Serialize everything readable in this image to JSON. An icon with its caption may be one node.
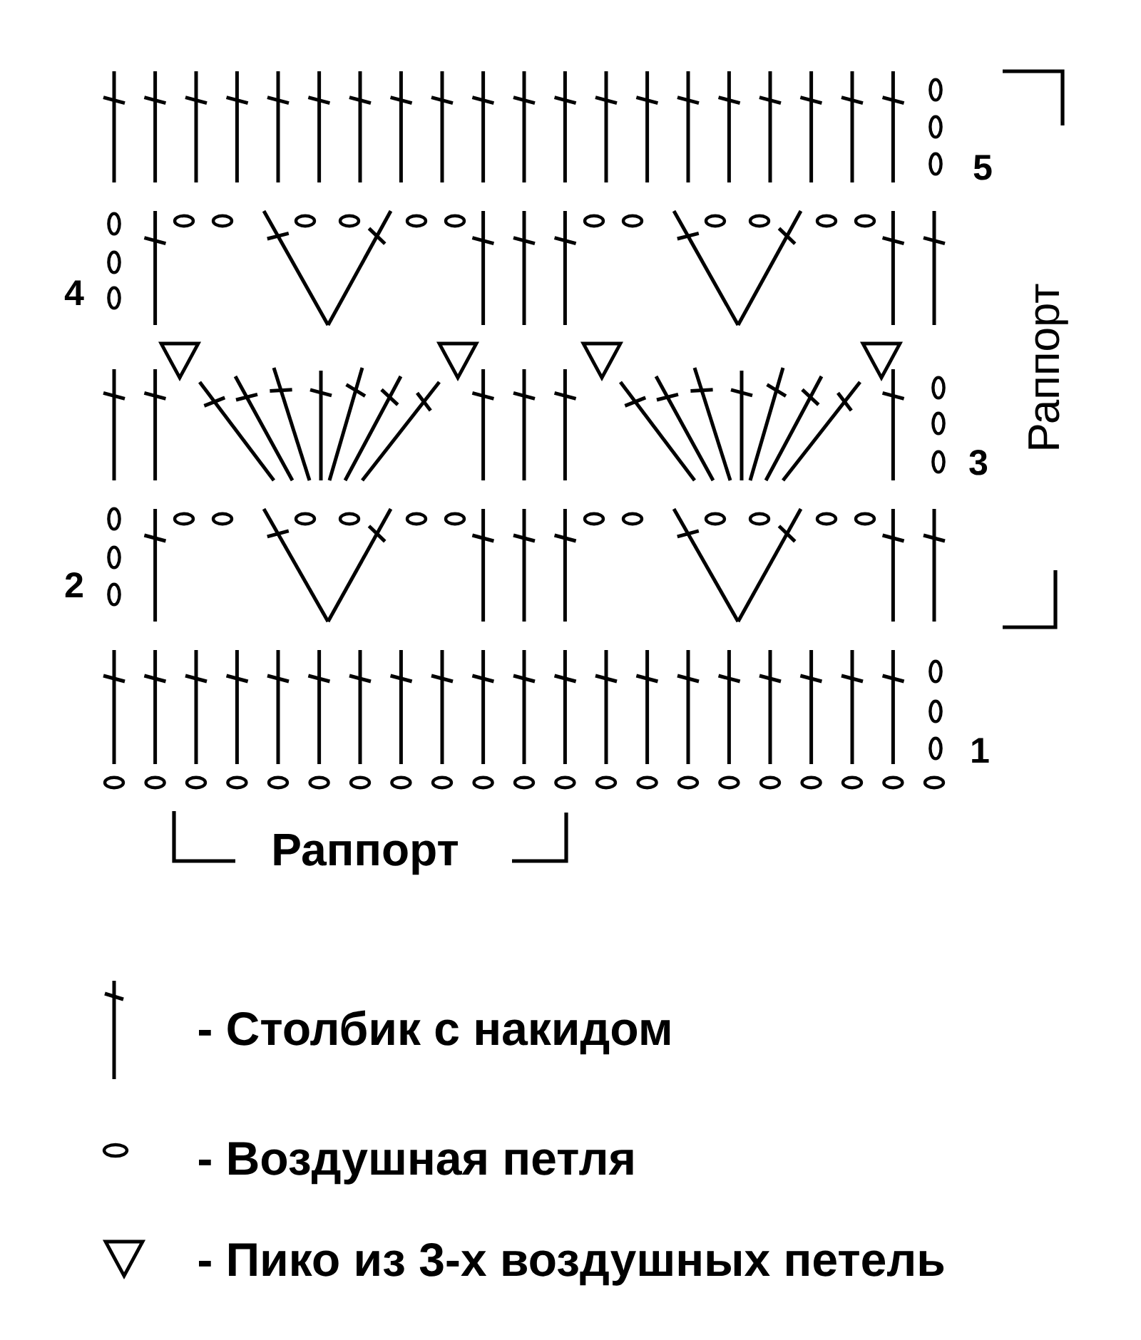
{
  "diagram": {
    "labels": [
      "5",
      "4",
      "Раппорт",
      "3",
      "2",
      "1",
      "Раппорт"
    ],
    "legend": [
      {
        "text": "- Столбик с накидом"
      },
      {
        "text": "- Воздушная петля"
      },
      {
        "text": "- Пико из 3-х воздушных петель"
      }
    ]
  }
}
